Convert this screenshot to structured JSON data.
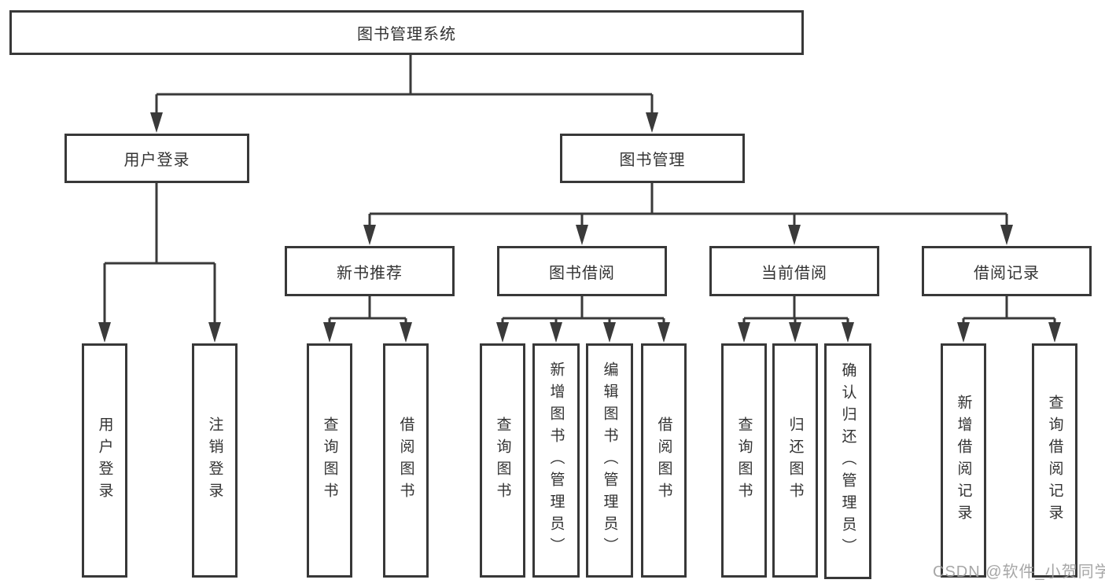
{
  "diagram_type": "hierarchy-tree",
  "tree": {
    "root": {
      "label": "图书管理系统",
      "children": [
        {
          "label": "用户登录",
          "children": [
            {
              "label": "用户登录"
            },
            {
              "label": "注销登录"
            }
          ]
        },
        {
          "label": "图书管理",
          "children": [
            {
              "label": "新书推荐",
              "children": [
                {
                  "label": "查询图书"
                },
                {
                  "label": "借阅图书"
                }
              ]
            },
            {
              "label": "图书借阅",
              "children": [
                {
                  "label": "查询图书"
                },
                {
                  "label": "新增图书（管理员）"
                },
                {
                  "label": "编辑图书（管理员）"
                },
                {
                  "label": "借阅图书"
                }
              ]
            },
            {
              "label": "当前借阅",
              "children": [
                {
                  "label": "查询图书"
                },
                {
                  "label": "归还图书"
                },
                {
                  "label": "确认归还（管理员）"
                }
              ]
            },
            {
              "label": "借阅记录",
              "children": [
                {
                  "label": "新增借阅记录"
                },
                {
                  "label": "查询借阅记录"
                }
              ]
            }
          ]
        }
      ]
    }
  },
  "watermark": {
    "text": "CSDN @软件_小贺同学"
  },
  "colors": {
    "line": "#3a3a3a",
    "box_border": "#383838",
    "text": "#333333",
    "watermark": "#9e9e9e",
    "background": "#ffffff"
  }
}
